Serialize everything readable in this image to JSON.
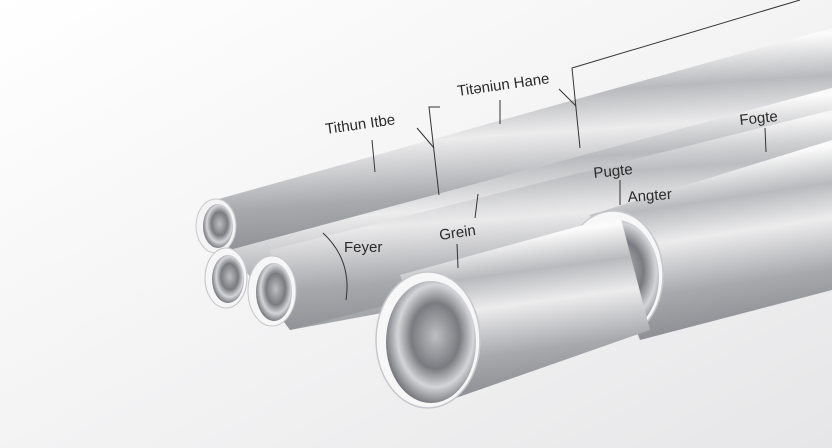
{
  "diagram": {
    "subject": "Metal tubes with callout labels",
    "colors": {
      "background": "#f2f2f3",
      "tube_highlight": "#fafafa",
      "tube_mid": "#c8c9cc",
      "tube_shadow": "#8e9095",
      "tube_interior": "#6f7075",
      "label_text": "#2a2a2a",
      "leader_line": "#333333"
    },
    "labels": [
      {
        "id": "tithun-itbe",
        "text": "Tithun Itbe"
      },
      {
        "id": "titaniun-hane",
        "text": "Titəniun Hane"
      },
      {
        "id": "fogte",
        "text": "Fogte"
      },
      {
        "id": "pugte",
        "text": "Pugte"
      },
      {
        "id": "angter",
        "text": "Angter"
      },
      {
        "id": "grein",
        "text": "Grein"
      },
      {
        "id": "feyer",
        "text": "Feyer"
      }
    ],
    "tubes": [
      {
        "id": "tube-top-long",
        "size": "small"
      },
      {
        "id": "tube-middle-left-small",
        "size": "small"
      },
      {
        "id": "tube-middle-left",
        "size": "small"
      },
      {
        "id": "tube-front-large",
        "size": "large"
      },
      {
        "id": "tube-right-large",
        "size": "large"
      }
    ]
  }
}
